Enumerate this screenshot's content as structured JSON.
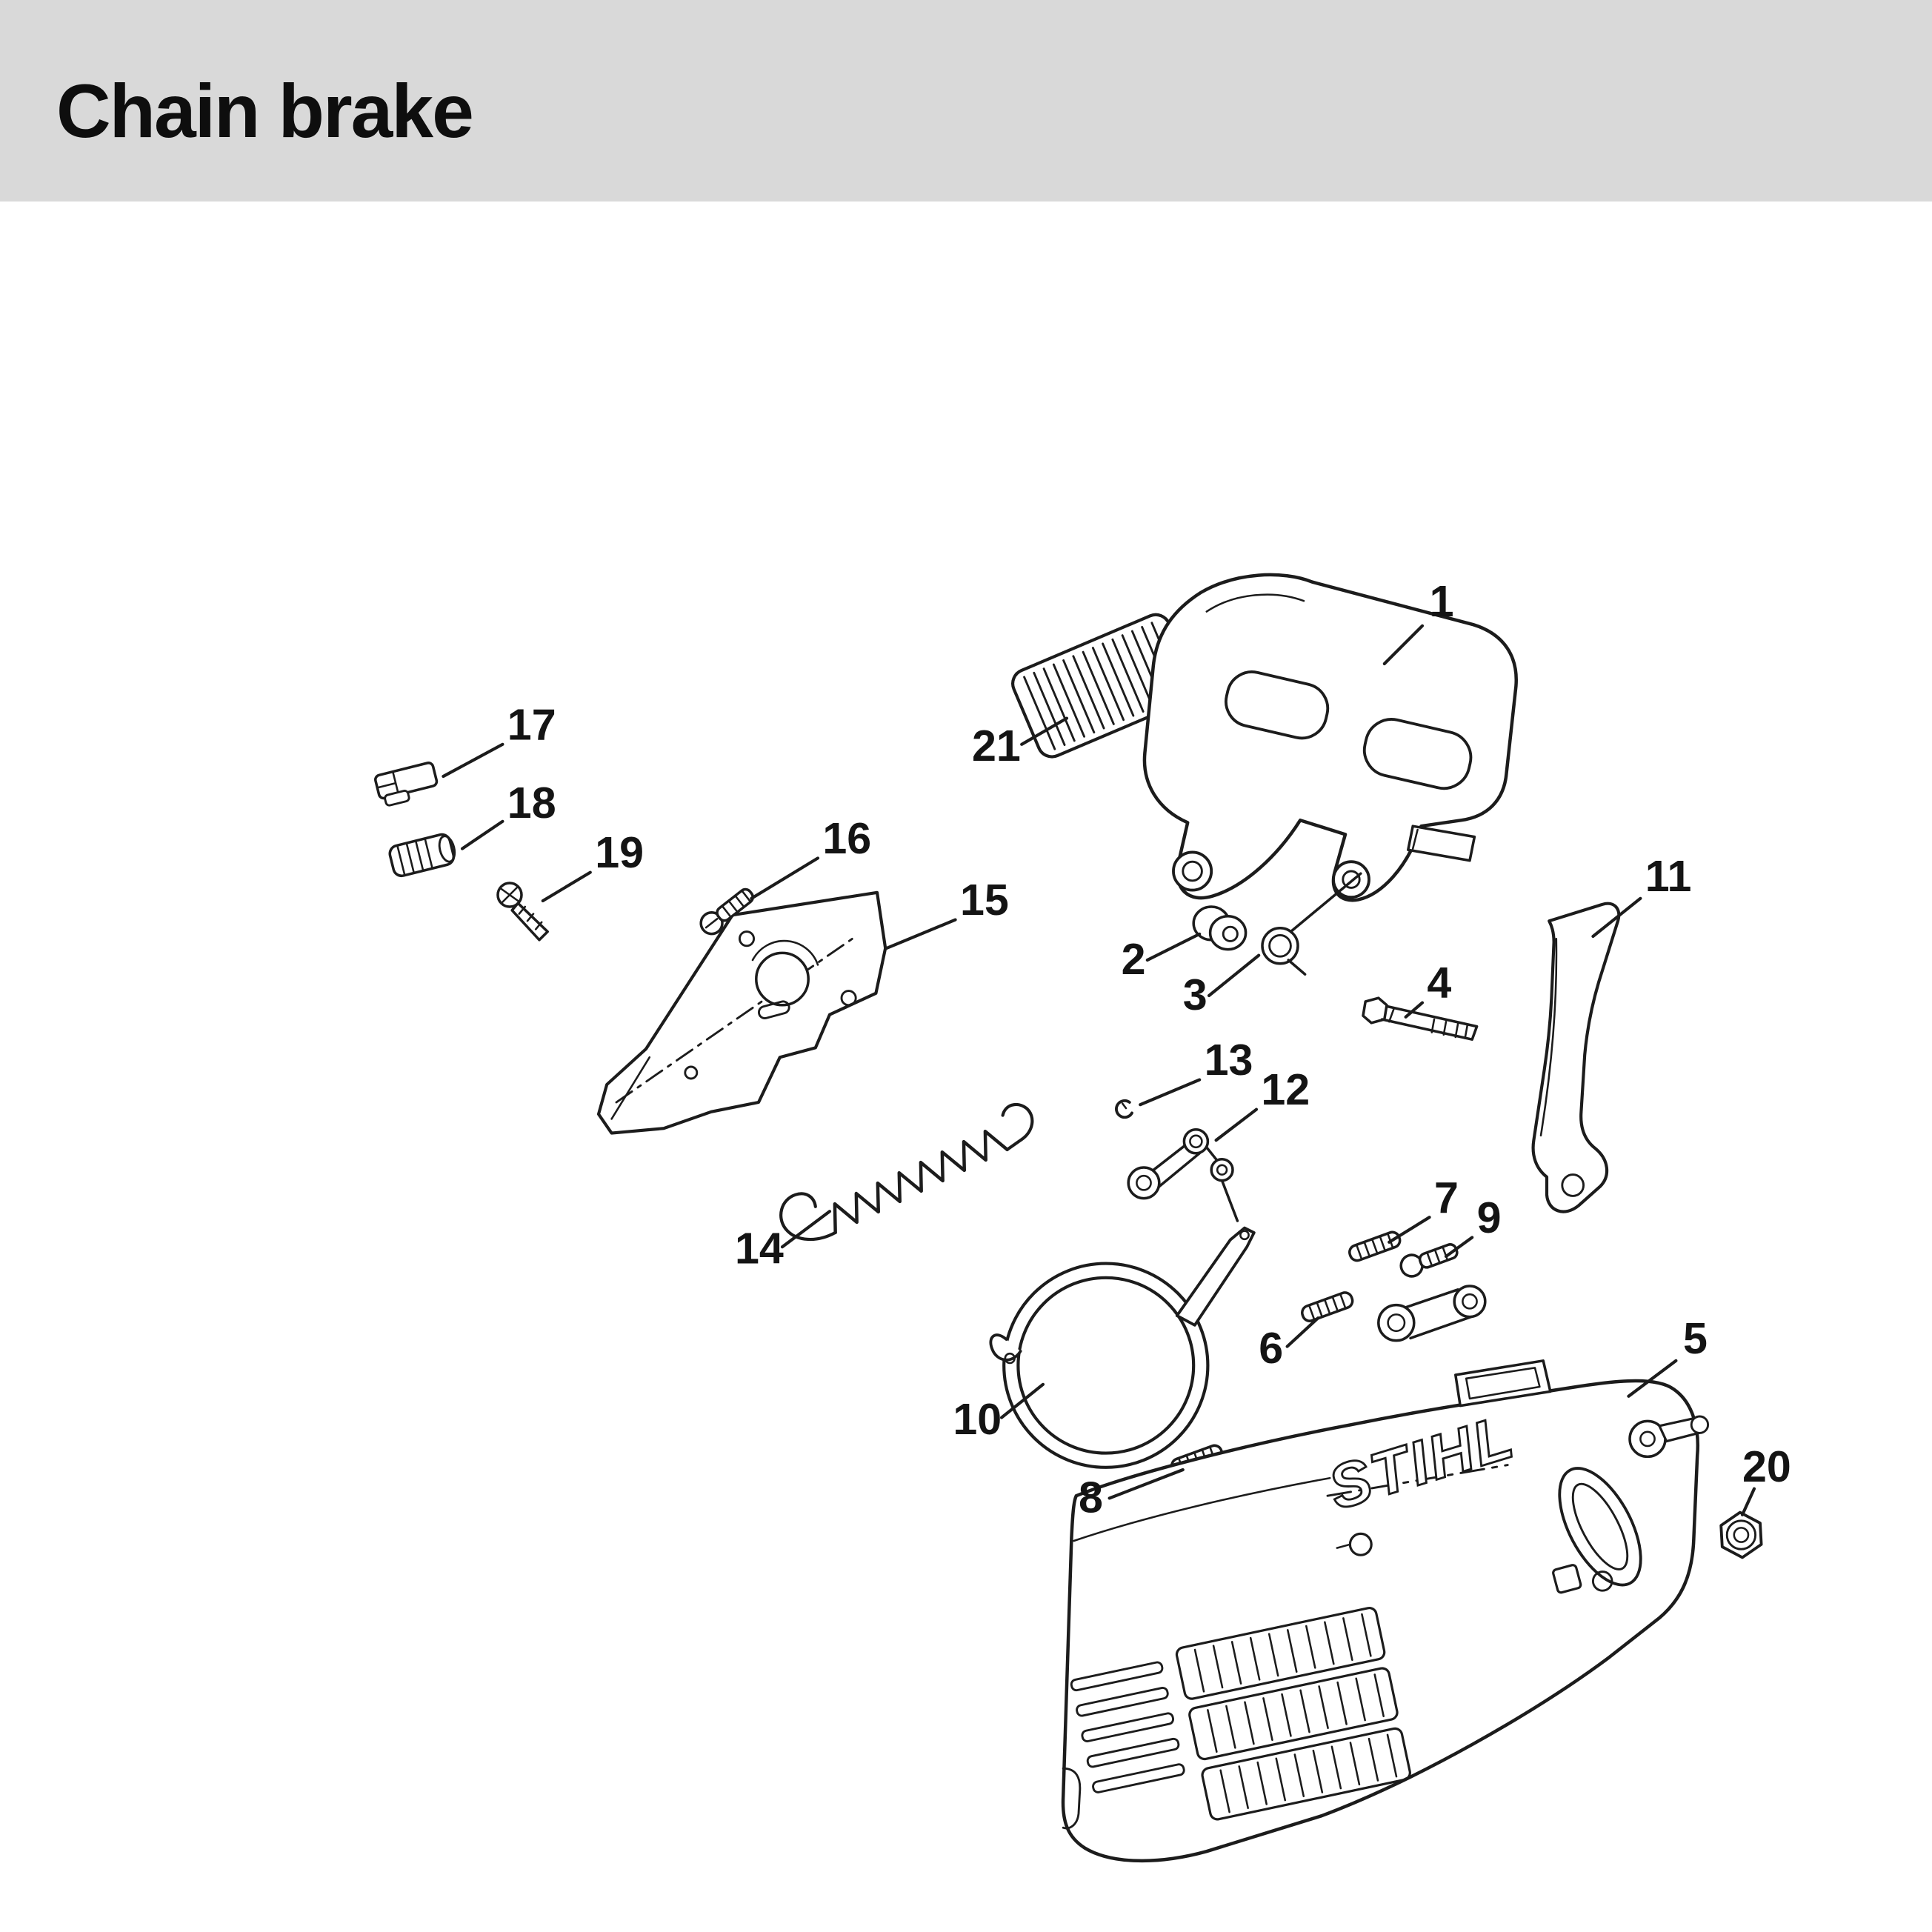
{
  "header": {
    "title": "Chain brake"
  },
  "diagram": {
    "logo_text": "STIHL",
    "callouts": [
      {
        "label": "1"
      },
      {
        "label": "2"
      },
      {
        "label": "3"
      },
      {
        "label": "4"
      },
      {
        "label": "5"
      },
      {
        "label": "6"
      },
      {
        "label": "7"
      },
      {
        "label": "8"
      },
      {
        "label": "9"
      },
      {
        "label": "10"
      },
      {
        "label": "11"
      },
      {
        "label": "12"
      },
      {
        "label": "13"
      },
      {
        "label": "14"
      },
      {
        "label": "15"
      },
      {
        "label": "16"
      },
      {
        "label": "17"
      },
      {
        "label": "18"
      },
      {
        "label": "19"
      },
      {
        "label": "20"
      },
      {
        "label": "21"
      }
    ]
  }
}
